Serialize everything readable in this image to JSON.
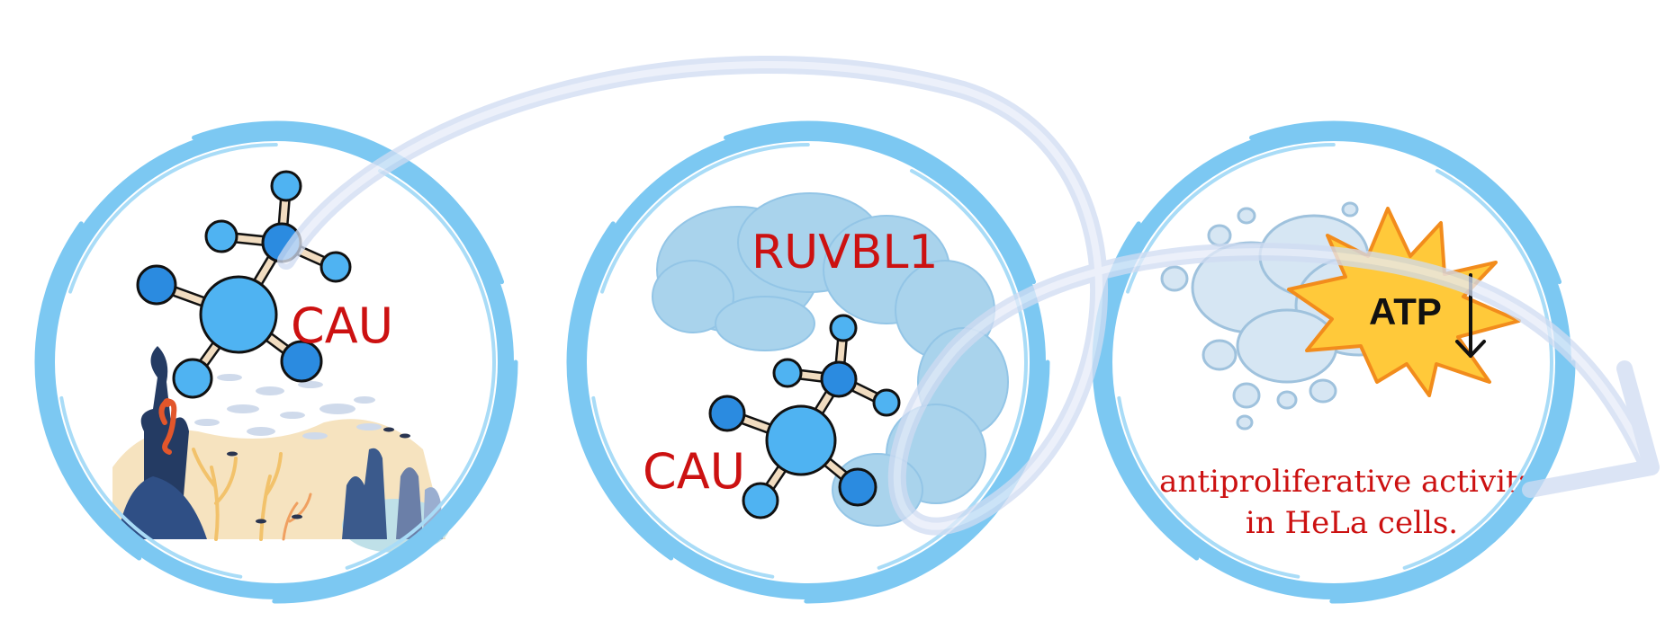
{
  "panels": {
    "left": {
      "molecule_label": "CAU"
    },
    "middle": {
      "protein_label": "RUVBL1",
      "molecule_label": "CAU"
    },
    "right": {
      "atp_label": "ATP",
      "caption_line1": "antiproliferative activity",
      "caption_line2": "in HeLa cells."
    }
  },
  "colors": {
    "ring": "#7cc8f2",
    "ring_light": "#a9dcf7",
    "flow_arrow": "#d9e3f5",
    "atom_blue": "#2b8be0",
    "atom_light": "#4fb3f2",
    "bond": "#f1dcc0",
    "protein": "#a9d3ec",
    "burst_fill": "#ffc93a",
    "burst_stroke": "#f28c1c",
    "label_red": "#cc1111"
  },
  "icons": [
    "molecule-icon",
    "coral-reef-illustration",
    "seahorse-icon",
    "fish-icon",
    "protein-blob-icon",
    "cell-blob-icon",
    "burst-icon",
    "down-arrow-icon",
    "flow-arrow-icon"
  ]
}
